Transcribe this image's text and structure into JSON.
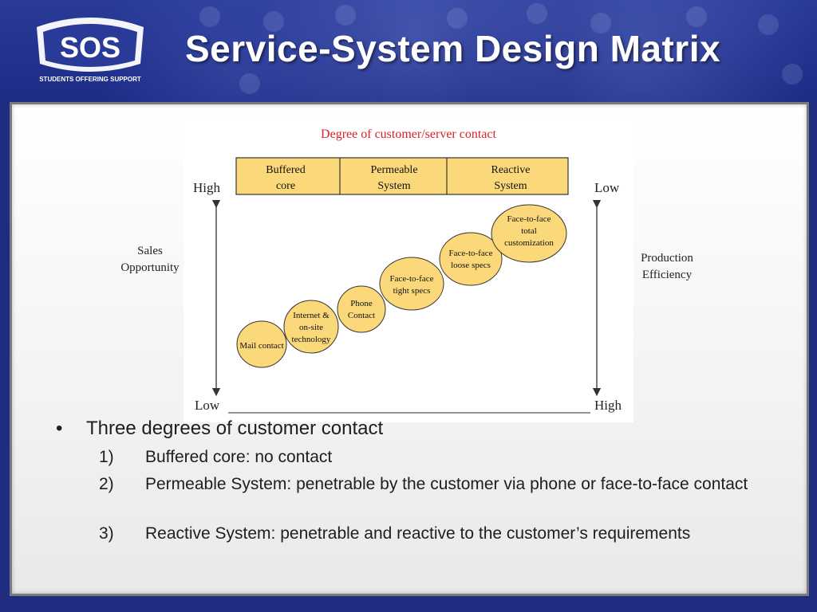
{
  "header": {
    "title": "Service-System Design Matrix",
    "logo_text": "SOS",
    "logo_tagline": "STUDENTS OFFERING SUPPORT"
  },
  "diagram": {
    "title": "Degree of customer/server contact",
    "columns": [
      "Buffered core",
      "Permeable System",
      "Reactive System"
    ],
    "left_axis": {
      "top": "High",
      "bottom": "Low",
      "label": "Sales Opportunity"
    },
    "right_axis": {
      "top": "Low",
      "bottom": "High",
      "label": "Production Efficiency"
    },
    "items": [
      "Mail contact",
      "Internet & on-site technology",
      "Phone Contact",
      "Face-to-face tight specs",
      "Face-to-face loose specs",
      "Face-to-face total customization"
    ]
  },
  "bullets": {
    "main": "Three degrees of customer contact",
    "items": [
      {
        "num": "1)",
        "text": "Buffered core: no contact"
      },
      {
        "num": "2)",
        "text": "Permeable System: penetrable by the customer via phone or face-to-face contact"
      },
      {
        "num": "3)",
        "text": "Reactive System: penetrable and reactive to the customer’s requirements"
      }
    ]
  },
  "colors": {
    "background": "#1f2c80",
    "bubble": "#fbd97a",
    "title_red": "#d9222a"
  }
}
